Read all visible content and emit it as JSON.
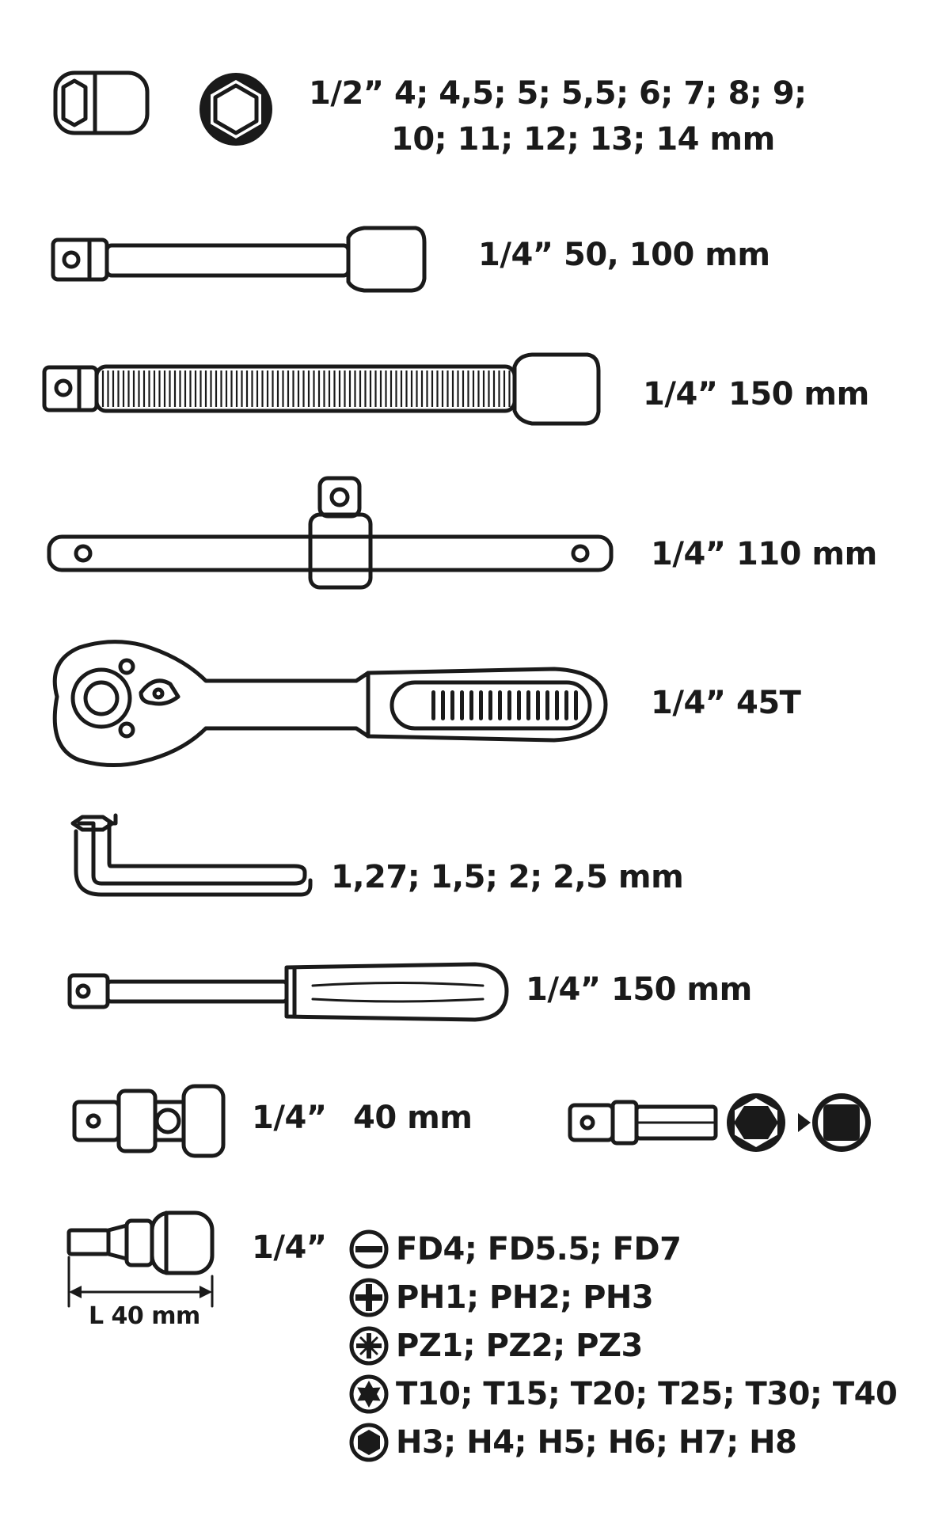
{
  "items": [
    {
      "name": "sockets",
      "line1": "1/2” 4; 4,5; 5; 5,5; 6; 7; 8; 9;",
      "line2": "10; 11; 12; 13; 14 mm"
    },
    {
      "name": "extension-bar",
      "label": "1/4” 50, 100 mm"
    },
    {
      "name": "flexible-extension",
      "label": "1/4” 150 mm"
    },
    {
      "name": "t-handle",
      "label": "1/4” 110 mm"
    },
    {
      "name": "ratchet",
      "label": "1/4” 45T"
    },
    {
      "name": "hex-keys",
      "label": "1,27; 1,5; 2; 2,5 mm"
    },
    {
      "name": "spinner-handle",
      "label": "1/4” 150 mm"
    },
    {
      "name": "universal-joint",
      "size": "1/4”",
      "length": "40 mm"
    },
    {
      "name": "bits",
      "size": "1/4”",
      "length_label": "L 40 mm",
      "rows": [
        {
          "icon": "slotted-icon",
          "text": "FD4; FD5.5; FD7"
        },
        {
          "icon": "phillips-icon",
          "text": "PH1; PH2; PH3"
        },
        {
          "icon": "pozidriv-icon",
          "text": "PZ1; PZ2; PZ3"
        },
        {
          "icon": "torx-icon",
          "text": "T10; T15; T20; T25; T30; T40"
        },
        {
          "icon": "hex-icon",
          "text": "H3; H4; H5; H6; H7; H8"
        }
      ]
    }
  ],
  "colors": {
    "ink": "#1a1a1a",
    "background": "#ffffff"
  }
}
